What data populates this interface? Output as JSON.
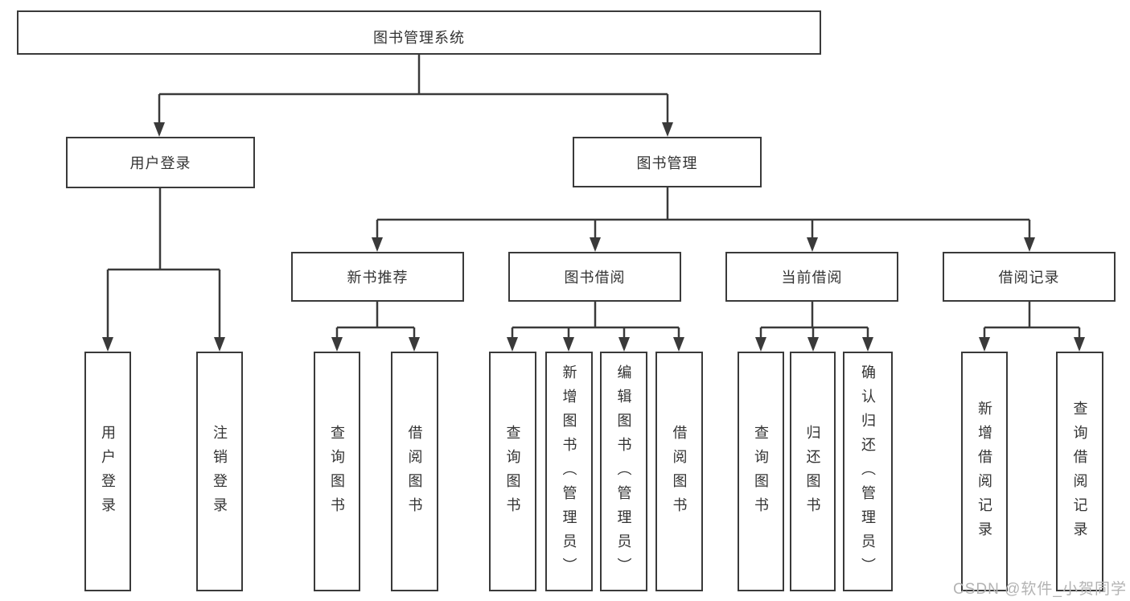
{
  "diagram": {
    "root": {
      "label": "图书管理系统"
    },
    "branches": [
      {
        "label": "用户登录",
        "children": [
          {
            "label": "用户登录"
          },
          {
            "label": "注销登录"
          }
        ]
      },
      {
        "label": "图书管理",
        "children": [
          {
            "label": "新书推荐",
            "children": [
              {
                "label": "查询图书"
              },
              {
                "label": "借阅图书"
              }
            ]
          },
          {
            "label": "图书借阅",
            "children": [
              {
                "label": "查询图书"
              },
              {
                "label": "新增图书（管理员）"
              },
              {
                "label": "编辑图书（管理员）"
              },
              {
                "label": "借阅图书"
              }
            ]
          },
          {
            "label": "当前借阅",
            "children": [
              {
                "label": "查询图书"
              },
              {
                "label": "归还图书"
              },
              {
                "label": "确认归还（管理员）"
              }
            ]
          },
          {
            "label": "借阅记录",
            "children": [
              {
                "label": "新增借阅记录"
              },
              {
                "label": "查询借阅记录"
              }
            ]
          }
        ]
      }
    ]
  },
  "watermark": {
    "text": "CSDN @软件_小贺同学"
  },
  "colors": {
    "line": "#3a3a3a",
    "text": "#333333",
    "background": "#ffffff",
    "watermark": "#b3b3b3"
  }
}
